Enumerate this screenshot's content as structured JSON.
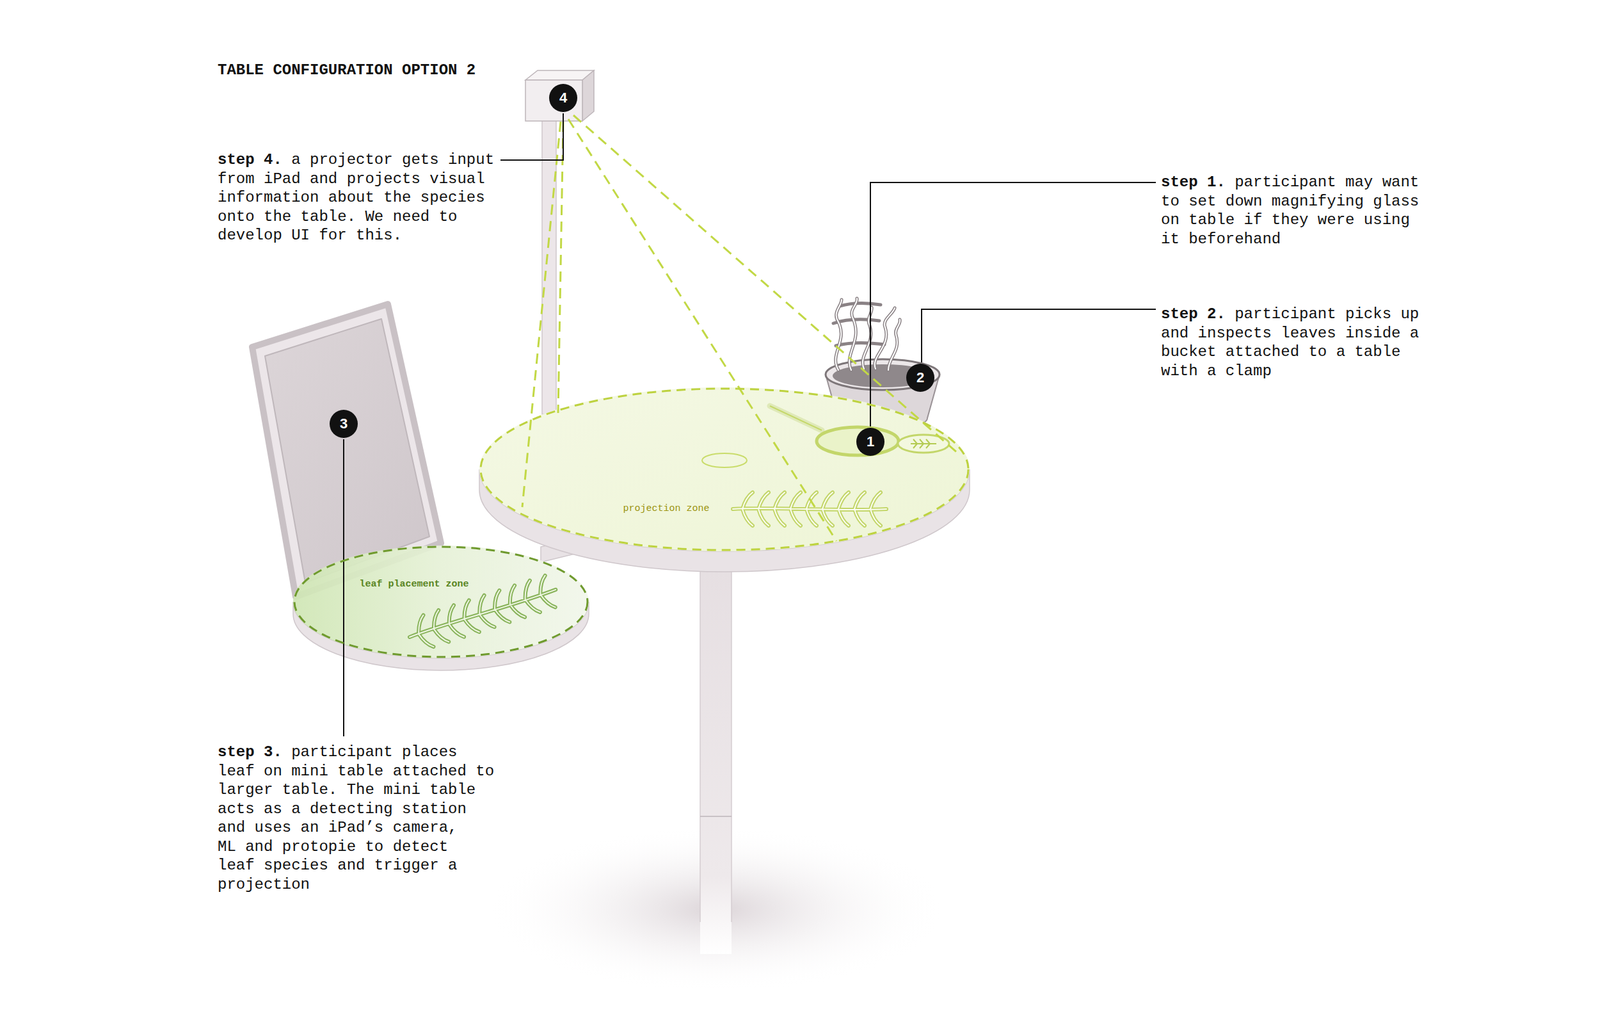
{
  "diagram": {
    "title": "TABLE CONFIGURATION OPTION 2",
    "nodes": [
      {
        "text": [
          "projection zone"
        ]
      },
      {
        "text": [
          "leaf placement zone"
        ]
      },
      {
        "text": [
          "4"
        ]
      },
      {
        "text": [
          "2"
        ]
      },
      {
        "text": [
          "3"
        ]
      },
      {
        "text": [
          "1"
        ],
        "in": 0
      }
    ],
    "labels": [
      "step 4.",
      "a projector gets input from iPad and projects visual information about the species onto the table. We need to develop UI for this.",
      "step 1.",
      "participant may want to set down magnifying glass on table if they were using it beforehand",
      "step 2.",
      "participant picks up and inspects leaves inside a bucket attached to a table with a clamp",
      "step 3.",
      "participant places leaf on mini table attached to larger table. The mini table acts as a detecting station and uses an iPad’s camera, ML and protopie to detect leaf species and trigger a projection"
    ]
  }
}
